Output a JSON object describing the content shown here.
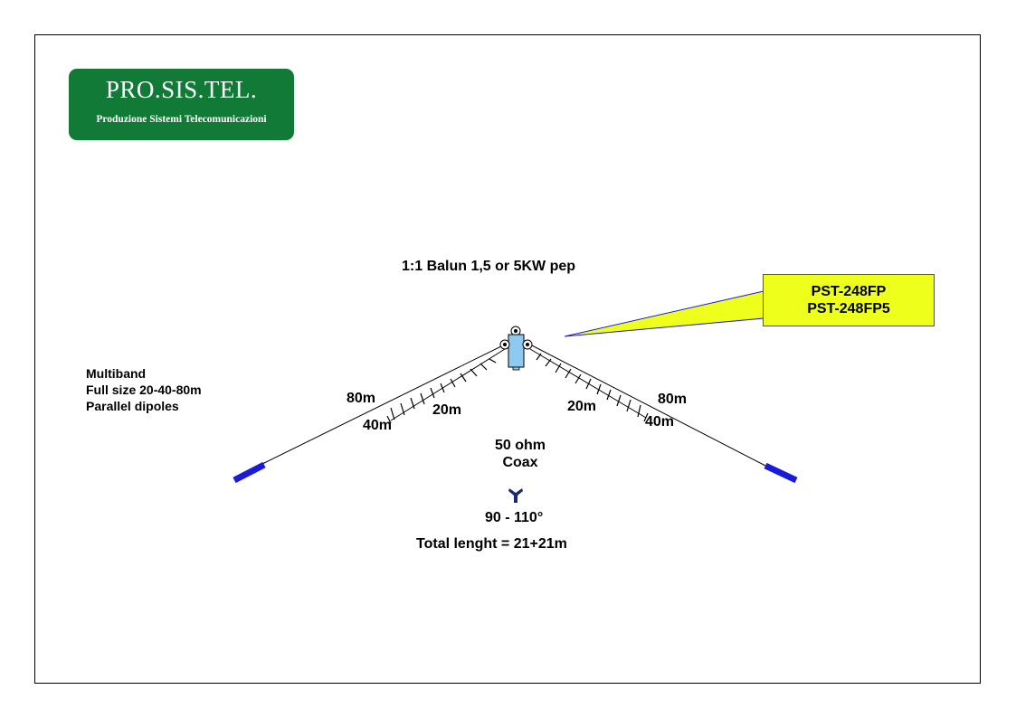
{
  "logo": {
    "title": "PRO.SIS.TEL.",
    "subtitle": "Produzione Sistemi Telecomunicazioni"
  },
  "balun_label": "1:1  Balun 1,5 or 5KW pep",
  "callout": {
    "line1": "PST-248FP",
    "line2": "PST-248FP5"
  },
  "description": {
    "line1": "Multiband",
    "line2": "Full size 20-40-80m",
    "line3": "Parallel dipoles"
  },
  "left_arm": {
    "band_80": "80m",
    "band_40": "40m",
    "band_20": "20m"
  },
  "right_arm": {
    "band_80": "80m",
    "band_40": "40m",
    "band_20": "20m"
  },
  "feedline": {
    "line1": "50 ohm",
    "line2": "Coax"
  },
  "angle": "90 - 110°",
  "total_length": "Total lenght = 21+21m",
  "colors": {
    "logo_bg": "#107a36",
    "callout_bg": "#eeff1c",
    "insulator": "#1a1adb",
    "balun": "#8ec9f0",
    "connector_icon": "#1c2a6b"
  }
}
